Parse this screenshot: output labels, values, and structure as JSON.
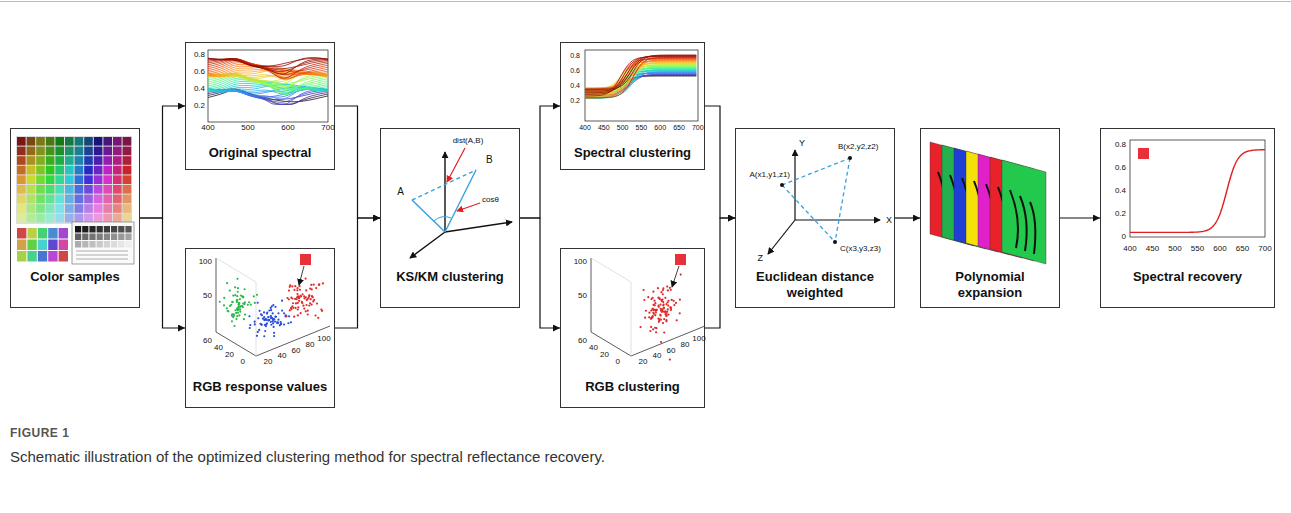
{
  "diagram": {
    "title": "FIGURE 1",
    "caption": "Schematic illustration of the optimized clustering method for spectral reflectance recovery.",
    "nodes": [
      {
        "text": [
          "Color samples"
        ]
      },
      {
        "text": [
          "Original spectral"
        ]
      },
      {
        "text": [
          "RGB response values"
        ]
      },
      {
        "text": [
          "KS/KM clustering"
        ]
      },
      {
        "text": [
          "Spectral clustering"
        ]
      },
      {
        "text": [
          "RGB clustering"
        ]
      },
      {
        "text": [
          "Euclidean distance weighted"
        ]
      },
      {
        "text": [
          "Polynomial expansion"
        ]
      },
      {
        "text": [
          "Spectral recovery"
        ]
      }
    ],
    "edges": [
      {
        "from": 0,
        "to": 1,
        "arrow": "to"
      },
      {
        "from": 0,
        "to": 2,
        "arrow": "to"
      },
      {
        "from": 1,
        "to": 3,
        "arrow": "to"
      },
      {
        "from": 2,
        "to": 3,
        "arrow": "to"
      },
      {
        "from": 3,
        "to": 4,
        "arrow": "to"
      },
      {
        "from": 3,
        "to": 5,
        "arrow": "to"
      },
      {
        "from": 4,
        "to": 6,
        "arrow": "to"
      },
      {
        "from": 5,
        "to": 6,
        "arrow": "to"
      },
      {
        "from": 6,
        "to": 7,
        "arrow": "to"
      },
      {
        "from": 7,
        "to": 8,
        "arrow": "to"
      }
    ],
    "labels": [
      "0.8",
      "0.6",
      "0.4",
      "0.2",
      "400",
      "500",
      "600",
      "700",
      "100",
      "50",
      "60",
      "40",
      "20",
      "0",
      "20",
      "40",
      "60",
      "80",
      "100",
      "A",
      "B",
      "dist(A,B)",
      "cosθ",
      "0.8",
      "0.6",
      "0.4",
      "0.2",
      "400",
      "450",
      "500",
      "550",
      "600",
      "650",
      "700",
      "100",
      "50",
      "60",
      "40",
      "20",
      "0",
      "20",
      "40",
      "60",
      "80",
      "100",
      "Y",
      "X",
      "Z",
      "A(x1,y1,z1)",
      "B(x2,y2,z2)",
      "C(x3,y3,z3)",
      "0.8",
      "0.6",
      "0.4",
      "0.2",
      "0",
      "400",
      "450",
      "500",
      "550",
      "600",
      "650",
      "700"
    ]
  }
}
